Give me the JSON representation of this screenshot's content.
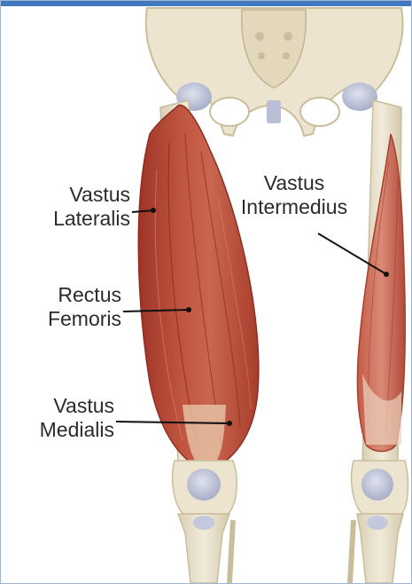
{
  "colors": {
    "accent_bar": "#3f78bd",
    "bone": "#ece4cf",
    "bone_shadow": "#cbbf9f",
    "cartilage": "#b9bfd6",
    "muscle_dark": "#9e3426",
    "muscle_mid": "#bf5440",
    "muscle_light": "#d98a76",
    "tendon": "#ead9bf",
    "leader_line": "#111111",
    "label_text": "#2b2b2b"
  },
  "labels": {
    "vastus_lateralis": "Vastus\nLateralis",
    "rectus_femoris": "Rectus\nFemoris",
    "vastus_medialis": "Vastus\nMedialis",
    "vastus_intermedius": "Vastus\nIntermedius"
  }
}
